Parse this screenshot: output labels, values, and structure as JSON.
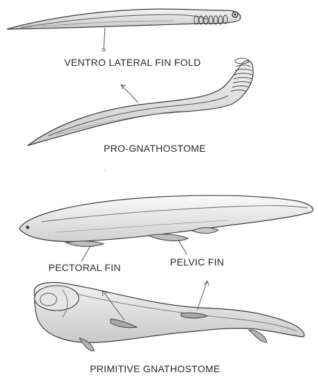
{
  "labels": {
    "ventro_lateral": "VENTRO LATERAL FIN FOLD",
    "pro_gnathostome": "PRO-GNATHOSTOME",
    "pectoral_fin": "PECTORAL  FIN",
    "pelvic_fin": "PELVIC FIN",
    "primitive_gnathostome": "PRIMITIVE  GNATHOSTOME"
  },
  "colors": {
    "ink": "#3a3a3a",
    "shade": "#9a9a9a",
    "light_shade": "#d6d6d6",
    "text": "#2a2a2a"
  }
}
